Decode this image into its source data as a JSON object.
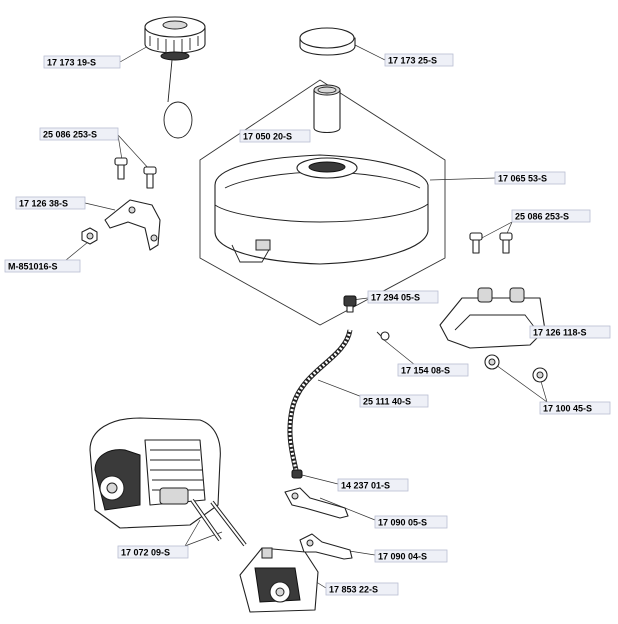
{
  "parts": [
    {
      "id": "fuel-cap",
      "label": "17 173 19-S"
    },
    {
      "id": "cap-alt",
      "label": "17 173 25-S"
    },
    {
      "id": "bolt-left",
      "label": "25 086 253-S"
    },
    {
      "id": "strainer",
      "label": "17 050 20-S"
    },
    {
      "id": "bracket-left",
      "label": "17 126 38-S"
    },
    {
      "id": "fuel-tank",
      "label": "17 065 53-S"
    },
    {
      "id": "bolt-right",
      "label": "25 086 253-S"
    },
    {
      "id": "nut",
      "label": "M-851016-S"
    },
    {
      "id": "fuel-valve",
      "label": "17 294 05-S"
    },
    {
      "id": "bracket-right",
      "label": "17 126 118-S"
    },
    {
      "id": "clamp",
      "label": "17 154 08-S"
    },
    {
      "id": "washers",
      "label": "17 100 45-S"
    },
    {
      "id": "fuel-hose",
      "label": "25 111 40-S"
    },
    {
      "id": "hose-clip",
      "label": "14 237 01-S"
    },
    {
      "id": "lever-top",
      "label": "17 090 05-S"
    },
    {
      "id": "studs",
      "label": "17 072 09-S"
    },
    {
      "id": "lever-bottom",
      "label": "17 090 04-S"
    },
    {
      "id": "carburetor",
      "label": "17 853 22-S"
    }
  ]
}
